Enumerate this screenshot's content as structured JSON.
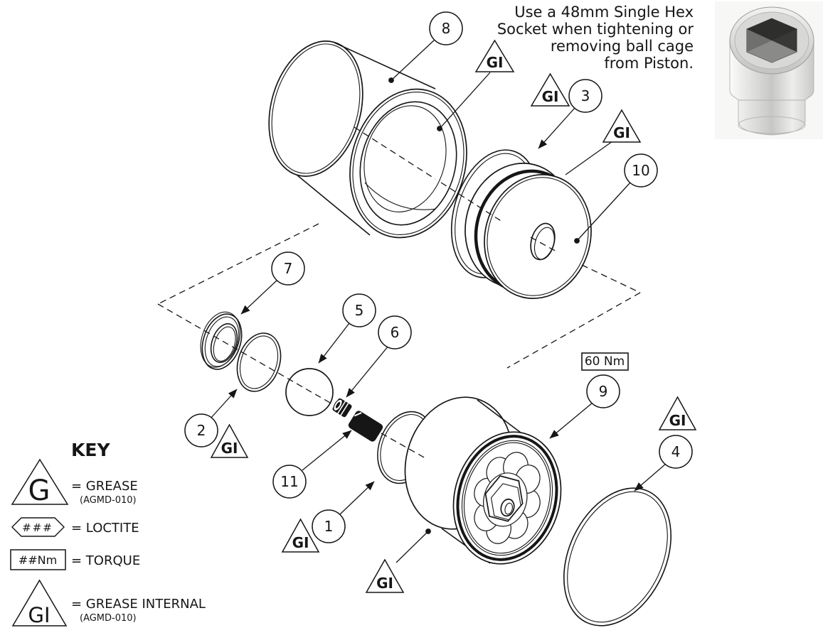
{
  "instruction": {
    "lines": [
      "Use a 48mm Single Hex",
      "Socket when tightening or",
      "removing ball cage",
      "from Piston."
    ]
  },
  "torque_callout": "60 Nm",
  "symbols": {
    "grease_internal": "GI"
  },
  "callouts": {
    "c1": "1",
    "c2": "2",
    "c3": "3",
    "c4": "4",
    "c5": "5",
    "c6": "6",
    "c7": "7",
    "c8": "8",
    "c9": "9",
    "c10": "10",
    "c11": "11"
  },
  "key": {
    "title": "KEY",
    "grease": {
      "symbol": "G",
      "label": "= GREASE",
      "code": "(AGMD-010)"
    },
    "loctite": {
      "symbol": "###",
      "label": "= LOCTITE"
    },
    "torque": {
      "symbol": "##Nm",
      "label": "= TORQUE"
    },
    "grease_internal": {
      "symbol": "GI",
      "label": "= GREASE INTERNAL",
      "code": "(AGMD-010)"
    }
  }
}
